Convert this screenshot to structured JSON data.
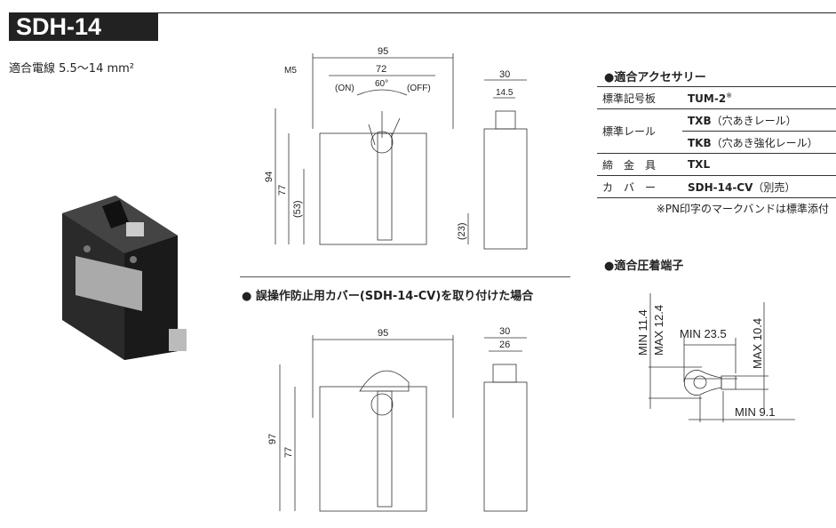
{
  "header": {
    "title": "SDH-14",
    "wire": "適合電線 5.5〜14 mm²"
  },
  "drawing1": {
    "width": "95",
    "pitch": "72",
    "angle": "60°",
    "on": "(ON)",
    "off": "(OFF)",
    "screw": "M5",
    "height": "94",
    "body": "77",
    "lower": "(53)",
    "terminal": "(23)",
    "side_width": "30",
    "side_handle": "14.5"
  },
  "cover_section": {
    "title": "● 誤操作防止用カバー(SDH-14-CV)を取り付けた場合"
  },
  "drawing2": {
    "width": "95",
    "height": "97",
    "body": "77",
    "side_width": "30",
    "side_inner": "26"
  },
  "accessories": {
    "title": "●適合アクセサリー",
    "rows": [
      {
        "key": "標準記号板",
        "value_bold": "TUM-2",
        "value_rest": "※"
      },
      {
        "key": "標準レール",
        "value_bold": "TXB",
        "value_rest": "（穴あきレール）"
      },
      {
        "key": "",
        "value_bold": "TKB",
        "value_rest": "（穴あき強化レール）"
      },
      {
        "key": "締　金　具",
        "value_bold": "TXL",
        "value_rest": ""
      },
      {
        "key": "カ　バ　ー",
        "value_bold": "SDH-14-CV",
        "value_rest": "（別売）"
      }
    ],
    "note": "※PN印字のマークバンドは標準添付"
  },
  "terminal": {
    "title": "●適合圧着端子",
    "min_width": "MIN 11.4",
    "max_width": "MAX 12.4",
    "min_length": "MIN 23.5",
    "max_thick": "MAX 10.4",
    "min_barrel": "MIN 9.1"
  }
}
